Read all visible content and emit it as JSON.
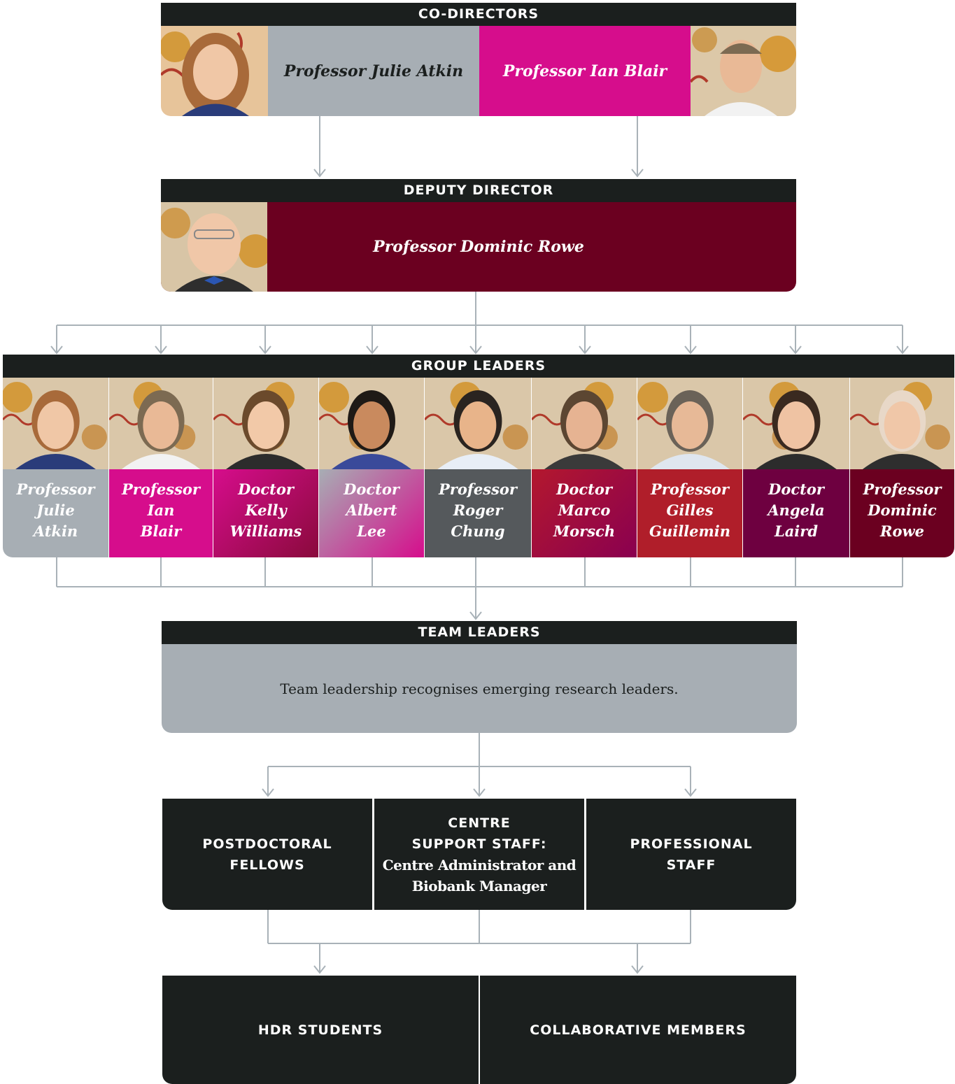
{
  "co_directors": {
    "header": "CO-DIRECTORS",
    "left_name": "Professor Julie Atkin",
    "right_name": "Professor Ian Blair"
  },
  "deputy": {
    "header": "DEPUTY DIRECTOR",
    "name": "Professor Dominic Rowe"
  },
  "group_leaders": {
    "header": "GROUP LEADERS",
    "members": [
      {
        "title": "Professor",
        "first": "Julie",
        "last": "Atkin"
      },
      {
        "title": "Professor",
        "first": "Ian",
        "last": "Blair"
      },
      {
        "title": "Doctor",
        "first": "Kelly",
        "last": "Williams"
      },
      {
        "title": "Doctor",
        "first": "Albert",
        "last": "Lee"
      },
      {
        "title": "Professor",
        "first": "Roger",
        "last": "Chung"
      },
      {
        "title": "Doctor",
        "first": "Marco",
        "last": "Morsch"
      },
      {
        "title": "Professor",
        "first": "Gilles",
        "last": "Guillemin"
      },
      {
        "title": "Doctor",
        "first": "Angela",
        "last": "Laird"
      },
      {
        "title": "Professor",
        "first": "Dominic",
        "last": "Rowe"
      }
    ]
  },
  "team_leaders": {
    "header": "TEAM LEADERS",
    "text": "Team leadership recognises emerging research leaders."
  },
  "staff": {
    "postdoc_line1": "POSTDOCTORAL",
    "postdoc_line2": "FELLOWS",
    "support_line1": "CENTRE",
    "support_line2": "SUPPORT STAFF:",
    "support_line3": "Centre Administrator and",
    "support_line4": "Biobank Manager",
    "professional_line1": "PROFESSIONAL",
    "professional_line2": "STAFF"
  },
  "bottom": {
    "hdr": "HDR STUDENTS",
    "collab": "COLLABORATIVE MEMBERS"
  },
  "colors": {
    "dark": "#1b1f1e",
    "grey": "#a7aeb4",
    "magenta": "#d60d8c",
    "maroon": "#6b0020",
    "connector": "#a9b2b8"
  }
}
